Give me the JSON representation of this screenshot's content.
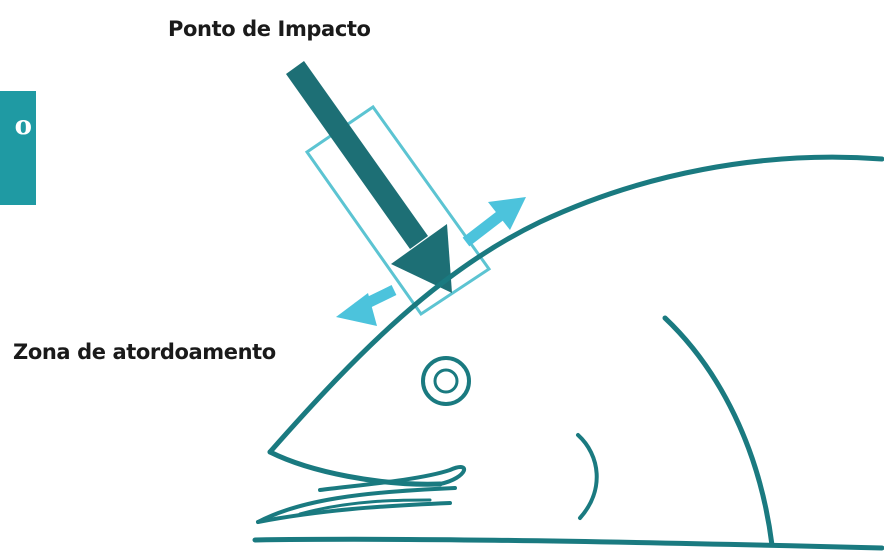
{
  "side_tab": {
    "label": "o"
  },
  "labels": {
    "impact_point": "Ponto de Impacto",
    "stun_zone": "Zona de atordoamento"
  },
  "colors": {
    "fish_outline": "#1a7a80",
    "impact_arrow": "#1d6f75",
    "spread_arrows": "#4cc3dc",
    "zone_box": "#5cc4d2",
    "side_tab": "#1f9aa3"
  }
}
